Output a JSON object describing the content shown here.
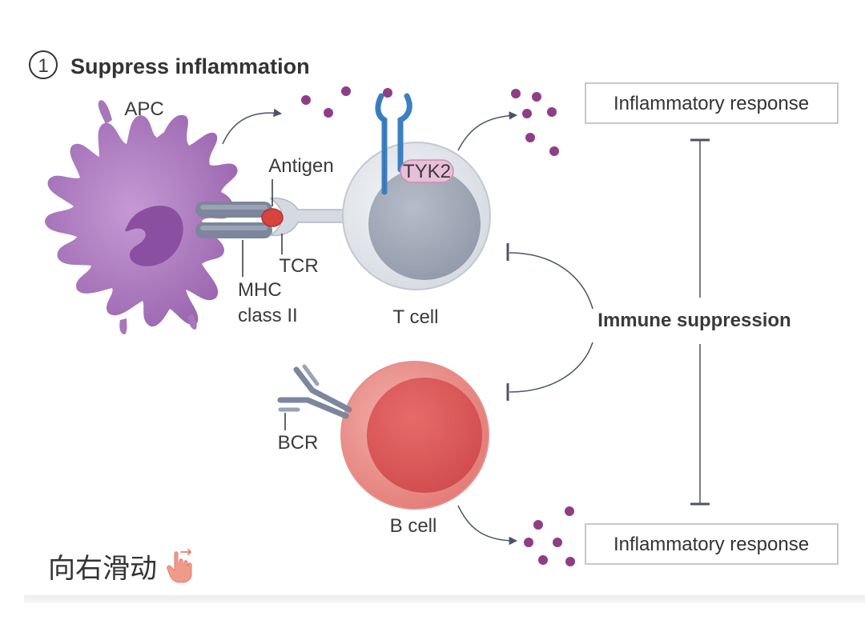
{
  "step": {
    "number": "1",
    "title": "Suppress inflammation"
  },
  "labels": {
    "apc": "APC",
    "antigen": "Antigen",
    "tyk2": "TYK2",
    "tcr": "TCR",
    "mhc_line1": "MHC",
    "mhc_line2": "class II",
    "t_cell": "T cell",
    "b_cell": "B cell",
    "bcr": "BCR",
    "immune_suppression": "Immune suppression"
  },
  "boxes": {
    "top_response": "Inflammatory response",
    "bottom_response": "Inflammatory response"
  },
  "swipe_hint": {
    "text": "向右滑动",
    "icon": "swipe-hand-icon"
  },
  "colors": {
    "apc": "#a678b8",
    "apc_nucleus": "#8a4fa0",
    "t_cell": "#a8b0bf",
    "b_cell": "#e36868",
    "cytokine": "#8e3e86",
    "receptor_blue": "#3d7fc0",
    "tyk2": "#e8bfd8",
    "antigen": "#d8433f",
    "line": "#5a6478"
  }
}
